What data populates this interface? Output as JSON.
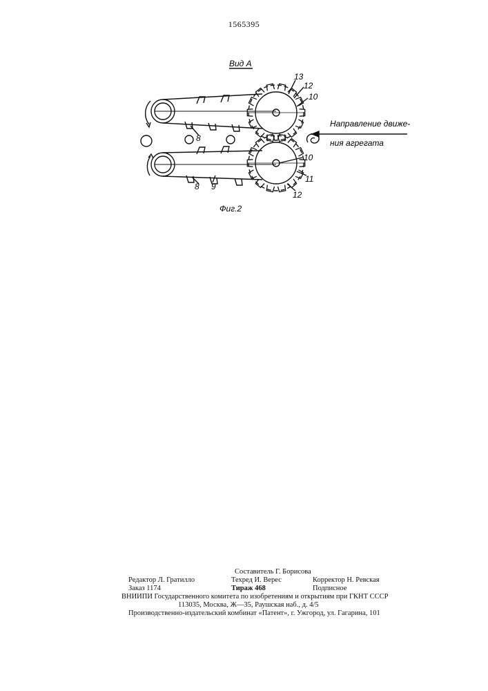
{
  "page": {
    "number": "1565395"
  },
  "figure": {
    "view_label": "Вид А",
    "caption": "Фиг.2",
    "direction_label_line1": "Направление движе-",
    "direction_label_line2": "ния агрегата",
    "ref_numbers": {
      "r13": "13",
      "r12_top": "12",
      "r10_top": "10",
      "r10_mid": "10",
      "r11": "11",
      "r12_bottom": "12",
      "r8_top": "8",
      "r8_bottom": "8",
      "r9": "9"
    }
  },
  "imprint": {
    "compiler": "Составитель Г. Борисова",
    "editor": "Редактор Л. Гратилло",
    "techred": "Техред И. Верес",
    "corrector": "Корректор Н. Ревская",
    "order": "Заказ 1174",
    "circulation": "Тираж 468",
    "subscription": "Подписное",
    "institute": "ВНИИПИ Государственного комитета по изобретениям и открытиям при ГКНТ СССР",
    "address": "113035, Москва, Ж—35, Раушская наб., д. 4/5",
    "printer": "Производственно-издательский комбинат «Патент», г. Ужгород, ул. Гагарина, 101"
  }
}
